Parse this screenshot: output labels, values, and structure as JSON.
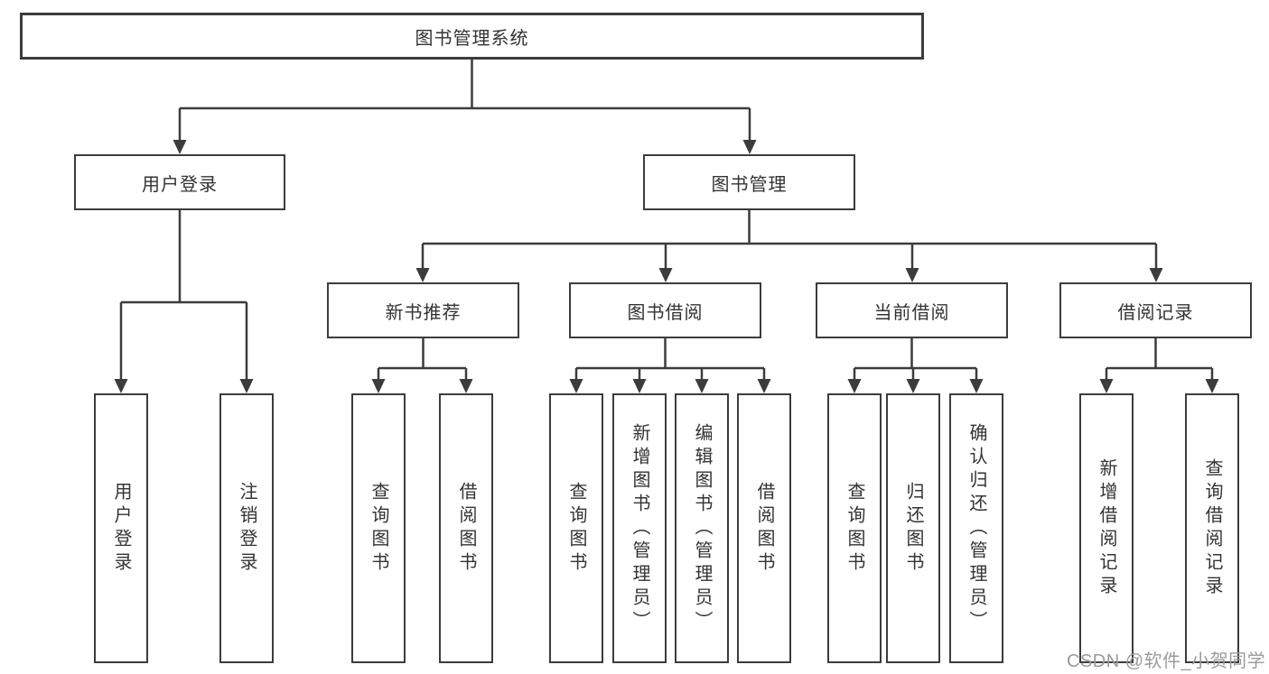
{
  "diagram": {
    "title": "图书管理系统",
    "colors": {
      "line": "#3c3c3c",
      "border": "#3c3c3c",
      "text": "#333333",
      "background": "#ffffff",
      "watermark": "#9b9b9b"
    },
    "nodes": {
      "root": {
        "label": "图书管理系统"
      },
      "user_login": {
        "label": "用户登录"
      },
      "book_mgmt": {
        "label": "图书管理"
      },
      "login_leaf": {
        "label": "用户登录"
      },
      "logout_leaf": {
        "label": "注销登录"
      },
      "new_book_rec": {
        "label": "新书推荐"
      },
      "book_borrow": {
        "label": "图书借阅"
      },
      "current_borrow": {
        "label": "当前借阅"
      },
      "borrow_record": {
        "label": "借阅记录"
      },
      "nb_query": {
        "label": "查询图书"
      },
      "nb_borrow": {
        "label": "借阅图书"
      },
      "bb_query": {
        "label": "查询图书"
      },
      "bb_add": {
        "label": "新增图书（管理员）"
      },
      "bb_edit": {
        "label": "编辑图书（管理员）"
      },
      "bb_borrow": {
        "label": "借阅图书"
      },
      "cb_query": {
        "label": "查询图书"
      },
      "cb_return": {
        "label": "归还图书"
      },
      "cb_confirm": {
        "label": "确认归还（管理员）"
      },
      "br_add": {
        "label": "新增借阅记录"
      },
      "br_query": {
        "label": "查询借阅记录"
      }
    },
    "hierarchy": {
      "图书管理系统": {
        "用户登录": [
          "用户登录",
          "注销登录"
        ],
        "图书管理": {
          "新书推荐": [
            "查询图书",
            "借阅图书"
          ],
          "图书借阅": [
            "查询图书",
            "新增图书（管理员）",
            "编辑图书（管理员）",
            "借阅图书"
          ],
          "当前借阅": [
            "查询图书",
            "归还图书",
            "确认归还（管理员）"
          ],
          "借阅记录": [
            "新增借阅记录",
            "查询借阅记录"
          ]
        }
      }
    },
    "watermark": "CSDN @软件_小贺同学"
  }
}
